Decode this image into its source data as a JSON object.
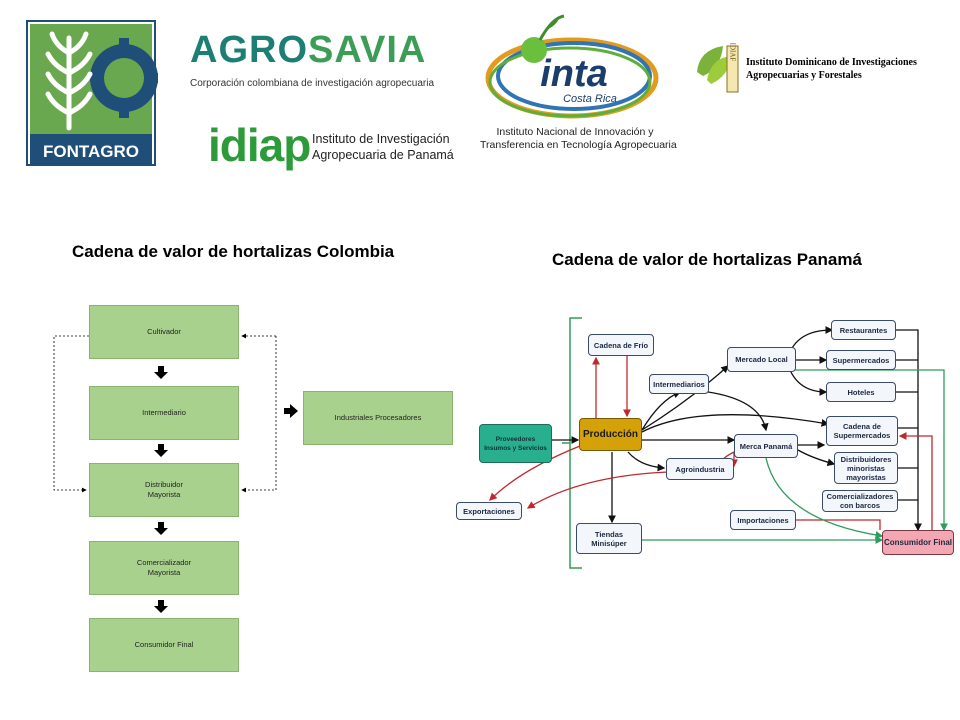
{
  "logos": {
    "fontagro": "FONTAGRO",
    "agrosavia": {
      "word_a": "AGRO",
      "word_b": "SAVIA",
      "tagline": "Corporación colombiana de investigación agropecuaria"
    },
    "idiap": {
      "word": "idiap",
      "line1": "Instituto de Investigación",
      "line2": "Agropecuaria de Panamá"
    },
    "inta": {
      "word": "inta",
      "country": "Costa Rica",
      "line1": "Instituto Nacional de Innovación y",
      "line2": "Transferencia en Tecnología Agropecuaria"
    },
    "idiaf": {
      "mark": "IDIAF",
      "line1": "Instituto Dominicano de Investigaciones",
      "line2": "Agropecuarias y Forestales"
    }
  },
  "colombia": {
    "title": "Cadena de valor de hortalizas  Colombia",
    "boxes": [
      "Cultivador",
      "Intermediario",
      "Distribuidor\nMayorista",
      "Comercializador\nMayorista",
      "Consumidor Final"
    ],
    "side_box": "Industriales Procesadores"
  },
  "panama": {
    "title": "Cadena de valor de hortalizas  Panamá",
    "nodes": {
      "cadena_frio": "Cadena de Frío",
      "proveedores": "Proveedores\nInsumos  y  Servicios",
      "produccion": "Producción",
      "intermediarios": "Intermediarios",
      "mercado_local": "Mercado Local",
      "restaurantes": "Restaurantes",
      "supermercados": "Supermercados",
      "hoteles": "Hoteles",
      "merca_panama": "Merca Panamá",
      "cadena_super": "Cadena de\nSupermercados",
      "distribuidores": "Distribuidores\nminoristas\nmayoristas",
      "comercializadores": "Comercializadores\ncon barcos",
      "agroindustria": "Agroindustria",
      "exportaciones": "Exportaciones",
      "importaciones": "Importaciones",
      "tiendas": "Tiendas\nMinisúper",
      "consumidor": "Consumidor Final"
    }
  },
  "colors": {
    "colombia_box": "#a9d18e",
    "produccion": "#d4a108",
    "proveedores": "#28b08e",
    "consumidor": "#f4a7b2",
    "flow_red": "#c0282d",
    "flow_green": "#2e9d5c",
    "flow_black": "#111111"
  }
}
